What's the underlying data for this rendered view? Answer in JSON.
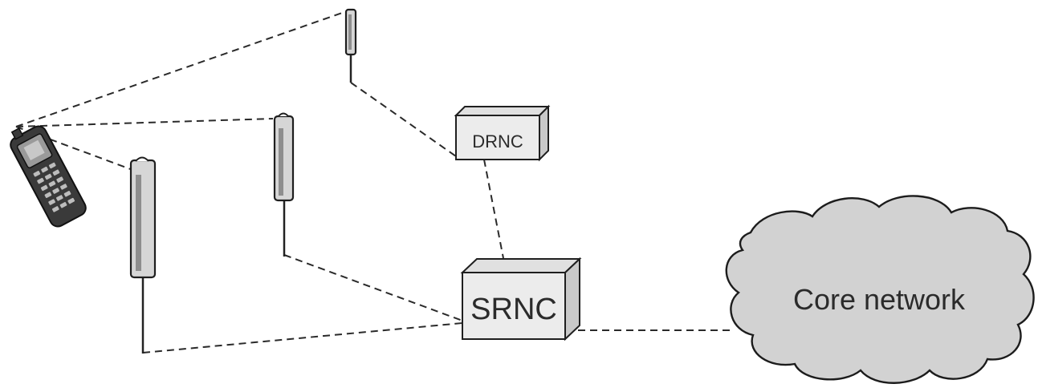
{
  "nodes": {
    "drnc_label": "DRNC",
    "srnc_label": "SRNC",
    "core_label": "Core network"
  }
}
